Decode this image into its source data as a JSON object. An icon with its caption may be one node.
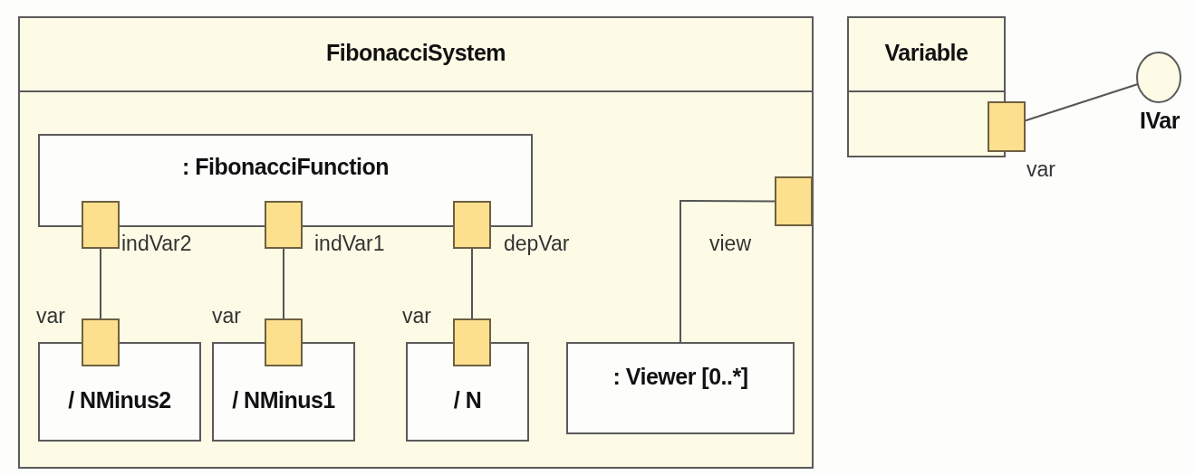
{
  "diagram": {
    "nodes": [
      {
        "text": [
          "FibonacciSystem"
        ]
      },
      {
        "text": [
          ": FibonacciFunction"
        ],
        "in": 0
      },
      {
        "text": [],
        "shape": "box",
        "in": 0,
        "beside": [
          "indVar2"
        ]
      },
      {
        "text": [],
        "shape": "box",
        "in": 0,
        "beside": [
          "indVar1"
        ]
      },
      {
        "text": [],
        "shape": "box",
        "in": 0,
        "beside": [
          "depVar"
        ]
      },
      {
        "text": [],
        "shape": "box",
        "in": 0,
        "beside": [
          "view"
        ]
      },
      {
        "text": [
          "/ NMinus2"
        ],
        "in": 0
      },
      {
        "text": [],
        "shape": "box",
        "in": 0,
        "beside": [
          "var"
        ]
      },
      {
        "text": [
          "/ NMinus1"
        ],
        "in": 0
      },
      {
        "text": [],
        "shape": "box",
        "in": 0,
        "beside": [
          "var"
        ]
      },
      {
        "text": [
          "/ N"
        ],
        "in": 0
      },
      {
        "text": [],
        "shape": "box",
        "in": 0,
        "beside": [
          "var"
        ]
      },
      {
        "text": [
          ": Viewer [0..*]"
        ],
        "in": 0
      },
      {
        "text": [
          "Variable"
        ]
      },
      {
        "text": [],
        "shape": "box",
        "beside": [
          "var"
        ]
      },
      {
        "text": [
          "IVar"
        ]
      }
    ],
    "edges": [
      {
        "from": 2,
        "to": 7,
        "arrow": "none"
      },
      {
        "from": 3,
        "to": 9,
        "arrow": "none"
      },
      {
        "from": 4,
        "to": 11,
        "arrow": "none"
      },
      {
        "from": 12,
        "to": 5,
        "arrow": "none"
      },
      {
        "from": 14,
        "to": 15,
        "arrow": "none"
      }
    ]
  }
}
